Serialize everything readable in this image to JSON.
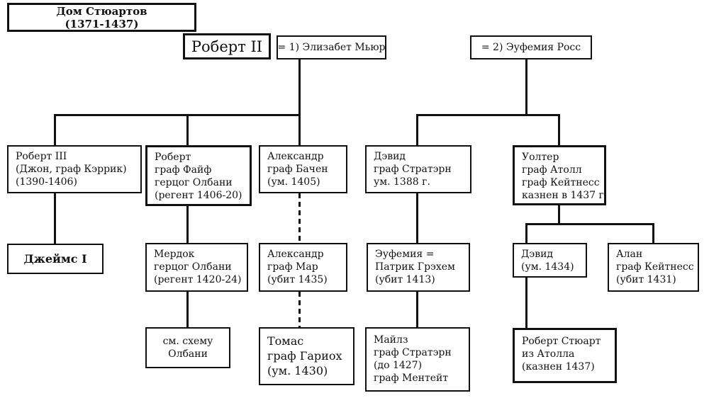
{
  "diagram": {
    "title": {
      "lines": [
        "Дом Стюартов",
        "(1371-1437)"
      ]
    },
    "colors": {
      "line": "#111111",
      "box_border": "#111111",
      "background": "#ffffff",
      "text": "#111111"
    },
    "nodes": {
      "robert2": {
        "lines": [
          "Роберт II"
        ]
      },
      "wife1": {
        "lines": [
          "= 1) Элизабет Мьюр"
        ]
      },
      "wife2": {
        "lines": [
          "= 2) Эуфемия Росс"
        ]
      },
      "robert3": {
        "lines": [
          "Роберт III",
          "(Джон, граф Кэррик)",
          "(1390-1406)"
        ]
      },
      "fife": {
        "lines": [
          "Роберт",
          "граф Файф",
          "герцог Олбани",
          "(регент 1406-20)"
        ]
      },
      "buchan": {
        "lines": [
          "Александр",
          "граф Бачен",
          "(ум. 1405)"
        ]
      },
      "strathearn": {
        "lines": [
          "Дэвид",
          "граф Стратэрн",
          "ум. 1388 г."
        ]
      },
      "atholl": {
        "lines": [
          "Уолтер",
          "граф Атолл",
          "граф Кейтнесс",
          "казнен в 1437 г."
        ]
      },
      "james1": {
        "lines": [
          "Джеймс I"
        ]
      },
      "murdoch": {
        "lines": [
          "Мердок",
          "герцог Олбани",
          "(регент 1420-24)"
        ]
      },
      "mar": {
        "lines": [
          "Александр",
          "граф Мар",
          "(убит 1435)"
        ]
      },
      "euphemia2": {
        "lines": [
          "Эуфемия =",
          "Патрик Грэхем",
          "(убит 1413)"
        ]
      },
      "david2": {
        "lines": [
          "Дэвид",
          "(ум. 1434)"
        ]
      },
      "alan": {
        "lines": [
          "Алан",
          "граф Кейтнесс",
          "(убит 1431)"
        ]
      },
      "albany_ref": {
        "lines": [
          "см. схему",
          "Олбани"
        ]
      },
      "thomas": {
        "lines": [
          "Томас",
          "граф Гариох",
          "(ум. 1430)"
        ]
      },
      "malise": {
        "lines": [
          "Майлз",
          "граф Стратэрн",
          "(до 1427)",
          "граф Ментейт"
        ]
      },
      "robert_atholl": {
        "lines": [
          "Роберт Стюарт",
          "из Атолла",
          "(казнен 1437)"
        ]
      }
    },
    "relations": [
      {
        "parent": "Роберт II = 1) Элизабет Мьюр",
        "children": [
          "Роберт III",
          "Роберт граф Файф",
          "Александр граф Бачен"
        ]
      },
      {
        "parent": "Роберт II = 2) Эуфемия Росс",
        "children": [
          "Дэвид граф Стратэрн",
          "Уолтер граф Атолл"
        ]
      },
      {
        "parent": "Роберт III",
        "children": [
          "Джеймс I"
        ]
      },
      {
        "parent": "Роберт граф Файф",
        "children": [
          "Мердок герцог Олбани"
        ]
      },
      {
        "parent": "Александр граф Бачен",
        "children": [
          "Александр граф Мар"
        ],
        "style": "dashed"
      },
      {
        "parent": "Дэвид граф Стратэрн",
        "children": [
          "Эуфемия = Патрик Грэхем"
        ]
      },
      {
        "parent": "Уолтер граф Атолл",
        "children": [
          "Дэвид (ум. 1434)",
          "Алан граф Кейтнесс"
        ]
      },
      {
        "parent": "Мердок герцог Олбани",
        "children": [
          "см. схему Олбани"
        ]
      },
      {
        "parent": "Александр граф Мар",
        "children": [
          "Томас граф Гариох"
        ],
        "style": "dashed"
      },
      {
        "parent": "Эуфемия = Патрик Грэхем",
        "children": [
          "Майлз граф Стратэрн"
        ]
      },
      {
        "parent": "Дэвид (ум. 1434)",
        "children": [
          "Роберт Стюарт из Атолла"
        ]
      }
    ]
  }
}
